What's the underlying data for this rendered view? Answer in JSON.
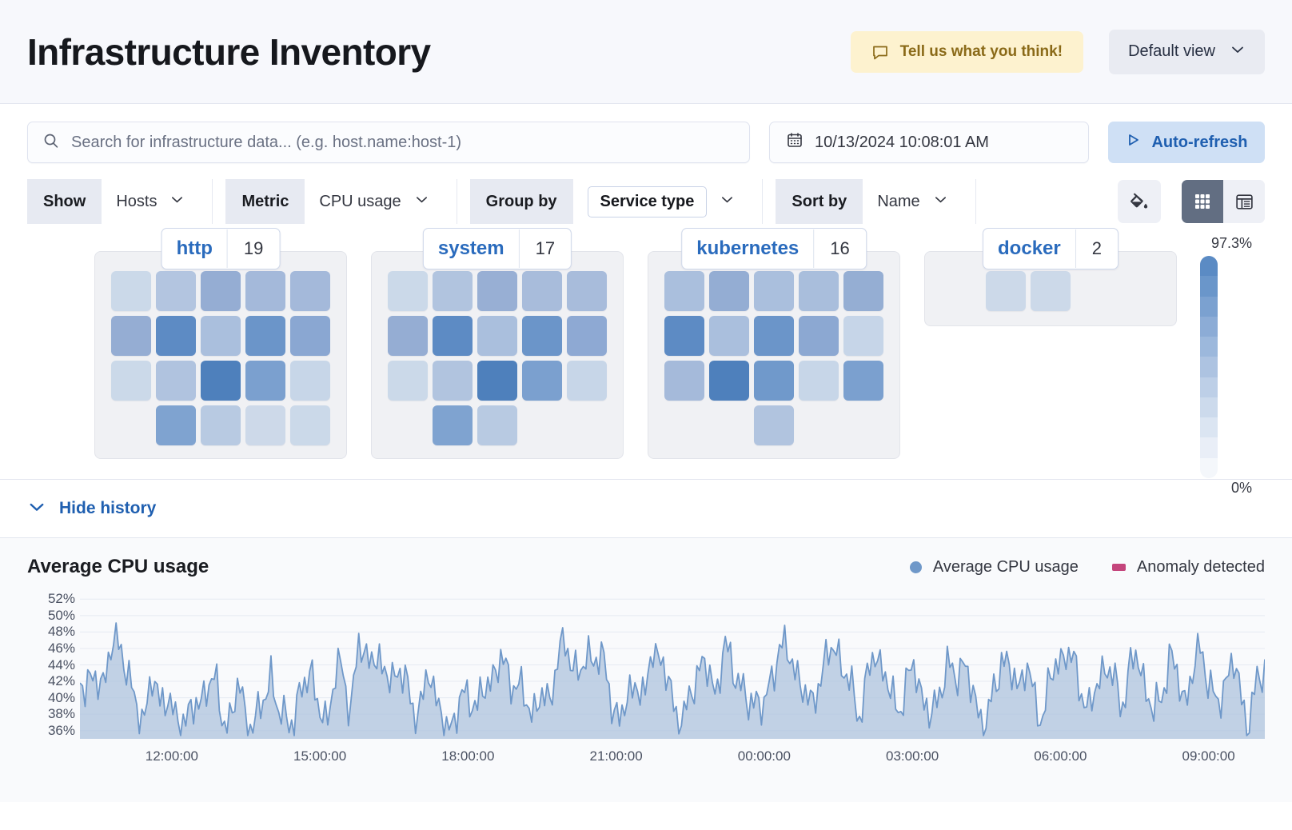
{
  "header": {
    "title": "Infrastructure Inventory",
    "feedback_label": "Tell us what you think!",
    "feedback_icon": "comment-icon",
    "view_label": "Default view",
    "view_icon": "chevron-down-icon"
  },
  "search": {
    "placeholder": "Search for infrastructure data... (e.g. host.name:host-1)",
    "value": "",
    "icon": "search-icon"
  },
  "datepicker": {
    "value": "10/13/2024 10:08:01 AM",
    "icon": "calendar-icon"
  },
  "refresh": {
    "label": "Auto-refresh",
    "icon": "play-icon"
  },
  "filters": [
    {
      "label": "Show",
      "value": "Hosts",
      "boxed": false,
      "icon": "chevron-down-icon"
    },
    {
      "label": "Metric",
      "value": "CPU usage",
      "boxed": false,
      "icon": "chevron-down-icon"
    },
    {
      "label": "Group by",
      "value": "Service type",
      "boxed": true,
      "icon": "chevron-down-icon"
    },
    {
      "label": "Sort by",
      "value": "Name",
      "boxed": false,
      "icon": "chevron-down-icon"
    }
  ],
  "toolbar": {
    "fill_icon": "paint-bucket-icon",
    "grid_icon": "grid-view-icon",
    "table_icon": "table-view-icon",
    "active_view": "grid"
  },
  "legend": {
    "max_label": "97.3%",
    "min_label": "0%",
    "steps": [
      "#5b8bc4",
      "#6a96ca",
      "#7ba1d0",
      "#8cacd6",
      "#9cb8dc",
      "#adc3e1",
      "#bdcfe7",
      "#ccdaec",
      "#dbe5f2",
      "#e9eef7",
      "#f4f7fb"
    ]
  },
  "groups": [
    {
      "name": "http",
      "count": "19",
      "cells": [
        "#cbd9e9",
        "#b3c5e0",
        "#95add3",
        "#a4b9da",
        "#a4b9da",
        "#95add3",
        "#5d8bc4",
        "#aabfdd",
        "#6b95c9",
        "#8aa7d2",
        "#cbd9e9",
        "#b0c3df",
        "#4e80bc",
        "#7ba0cf",
        "#c7d6e8",
        "#7fa3d0",
        "#b8caE2",
        "#cdd9e9",
        "#cbd9e9"
      ],
      "row_offsets": [
        0,
        0,
        0,
        1
      ]
    },
    {
      "name": "system",
      "count": "17",
      "cells": [
        "#cbd9e9",
        "#b1c4df",
        "#98afd4",
        "#a8bcdb",
        "#a8bcdb",
        "#95add3",
        "#5d8bc4",
        "#aabfdd",
        "#6b95c9",
        "#8ea9d3",
        "#cbd9e9",
        "#b1c4df",
        "#4e80bc",
        "#7ba0cf",
        "#c7d6e8",
        "#7fa3d0",
        "#b8cae2"
      ],
      "row_offsets": [
        0,
        0,
        0,
        1
      ]
    },
    {
      "name": "kubernetes",
      "count": "16",
      "cells": [
        "#aabfdd",
        "#94adD3",
        "#aabfdd",
        "#a9bedc",
        "#95aed3",
        "#5d8bc4",
        "#aabfdd",
        "#6b95c9",
        "#8ca8d2",
        "#c6d5e8",
        "#a5bada",
        "#4e80bc",
        "#7099cb",
        "#c7d6e8",
        "#7ba0cf",
        "#b1c4df"
      ],
      "row_offsets": [
        0,
        0,
        0,
        2
      ]
    },
    {
      "name": "docker",
      "count": "2",
      "cells": [
        "#ccd9e9",
        "#ccd9e9"
      ],
      "row_offsets": [
        1
      ]
    }
  ],
  "history": {
    "toggle_label": "Hide history",
    "toggle_icon": "chevron-down-icon"
  },
  "chart_data": {
    "type": "area",
    "title": "Average CPU usage",
    "xlabel": "",
    "ylabel": "",
    "ylim": [
      35,
      53
    ],
    "yticks": [
      52,
      50,
      48,
      46,
      44,
      42,
      40,
      38,
      36
    ],
    "ytick_labels": [
      "52%",
      "50%",
      "48%",
      "46%",
      "44%",
      "42%",
      "40%",
      "38%",
      "36%"
    ],
    "xtick_labels": [
      "12:00:00",
      "15:00:00",
      "18:00:00",
      "21:00:00",
      "00:00:00",
      "03:00:00",
      "06:00:00",
      "09:00:00"
    ],
    "grid": true,
    "legend_position": "top-right",
    "series": [
      {
        "name": "Average CPU usage",
        "color": "#6f98c9",
        "fill": "#aec3dd",
        "values": [
          41.8,
          42.3,
          41.6,
          42.1,
          46.9,
          45.8,
          44.1,
          38.2,
          37.5,
          42.9,
          38.8,
          41.0,
          36.9,
          37.1,
          39.4,
          38.0,
          42.5,
          42.0,
          36.8,
          37.9,
          41.6,
          37.2,
          36.5,
          39.6,
          43.1,
          37.4,
          38.2,
          36.9,
          41.5,
          44.0,
          38.1,
          37.0,
          42.8,
          43.4,
          38.5,
          46.3,
          44.8,
          45.6,
          42.5,
          43.8,
          41.7,
          43.2,
          37.9,
          38.6,
          44.7,
          38.2,
          36.4,
          37.3,
          39.8,
          40.4,
          38.9,
          41.2,
          43.0,
          44.6,
          42.3,
          41.8,
          39.5,
          38.4,
          40.2,
          39.1,
          45.2,
          46.1,
          44.3,
          43.0,
          44.9,
          45.5,
          43.6,
          38.9,
          37.4,
          40.0,
          42.6,
          38.8,
          47.0,
          44.2,
          41.9,
          38.3,
          37.0,
          41.4,
          44.1,
          43.2,
          40.5,
          46.2,
          44.0,
          42.1,
          38.6,
          40.2,
          39.0,
          41.7,
          47.2,
          45.0,
          43.6,
          41.0,
          38.4,
          42.8,
          44.5,
          46.9,
          43.1,
          41.2,
          38.0,
          42.0,
          45.8,
          43.4,
          40.1,
          38.7,
          41.6,
          44.2,
          39.8,
          37.2,
          40.6,
          43.9,
          42.2,
          44.8,
          41.3,
          38.1,
          36.9,
          40.8,
          45.4,
          43.0,
          41.1,
          44.6,
          39.4,
          37.6,
          42.4,
          44.0,
          46.0,
          43.8,
          40.9,
          38.2,
          41.9,
          44.3,
          42.0,
          39.1,
          43.5,
          45.1,
          41.4,
          37.8,
          40.3,
          44.9,
          42.7,
          39.6,
          43.2,
          46.4,
          41.8,
          38.5,
          42.1,
          44.7,
          40.0,
          37.1,
          41.5,
          43.9
        ]
      },
      {
        "name": "Anomaly detected",
        "color": "#c4457c",
        "fill": "#c4457c",
        "values": []
      }
    ]
  }
}
